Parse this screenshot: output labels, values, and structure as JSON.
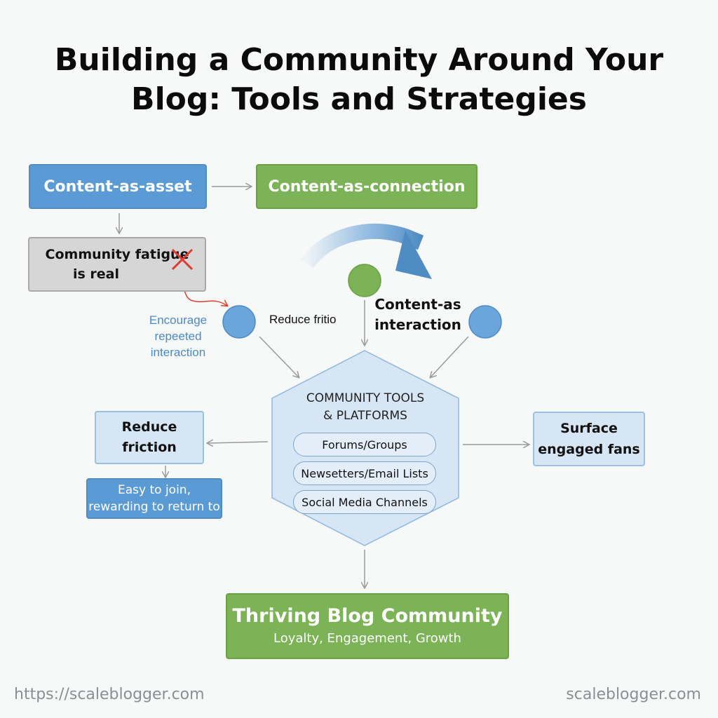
{
  "title": {
    "line1": "Building a Community Around Your",
    "line2": "Blog: Tools and Strategies"
  },
  "nodes": {
    "content_asset": "Content-as-asset",
    "content_connection": "Content-as-connection",
    "fatigue_line1": "Community fatigue",
    "fatigue_line2": "is real",
    "encourage_line1": "Encourage",
    "encourage_line2": "repeeted",
    "encourage_line3": "interaction",
    "reduce_friction_top": "Reduce fritio",
    "content_interaction_line1": "Content-as",
    "content_interaction_line2": "interaction",
    "hub_title_line1": "COMMUNITY TOOLS",
    "hub_title_line2": "& PLATFORMS",
    "reduce_box_line1": "Reduce",
    "reduce_box_line2": "friction",
    "easy_line1": "Easy to join,",
    "easy_line2": "rewarding to return to",
    "surface_line1": "Surface",
    "surface_line2": "engaged fans",
    "thriving_title": "Thriving Blog Community",
    "thriving_sub": "Loyalty, Engagement, Growth"
  },
  "tools": [
    "Forums/Groups",
    "Newsetters/Email Lists",
    "Social Media Channels"
  ],
  "icons": {
    "cross": "x-mark-icon",
    "curved_arrow": "curved-arrow-icon"
  },
  "colors": {
    "blue": "#5b9bd5",
    "green": "#7cb356",
    "light_blue": "#d6e6f5",
    "gray": "#d6d6d6",
    "red": "#e03c31",
    "link_text": "#4a8ac9"
  },
  "footer": {
    "left": "https://scaleblogger.com",
    "right": "scaleblogger.com"
  }
}
